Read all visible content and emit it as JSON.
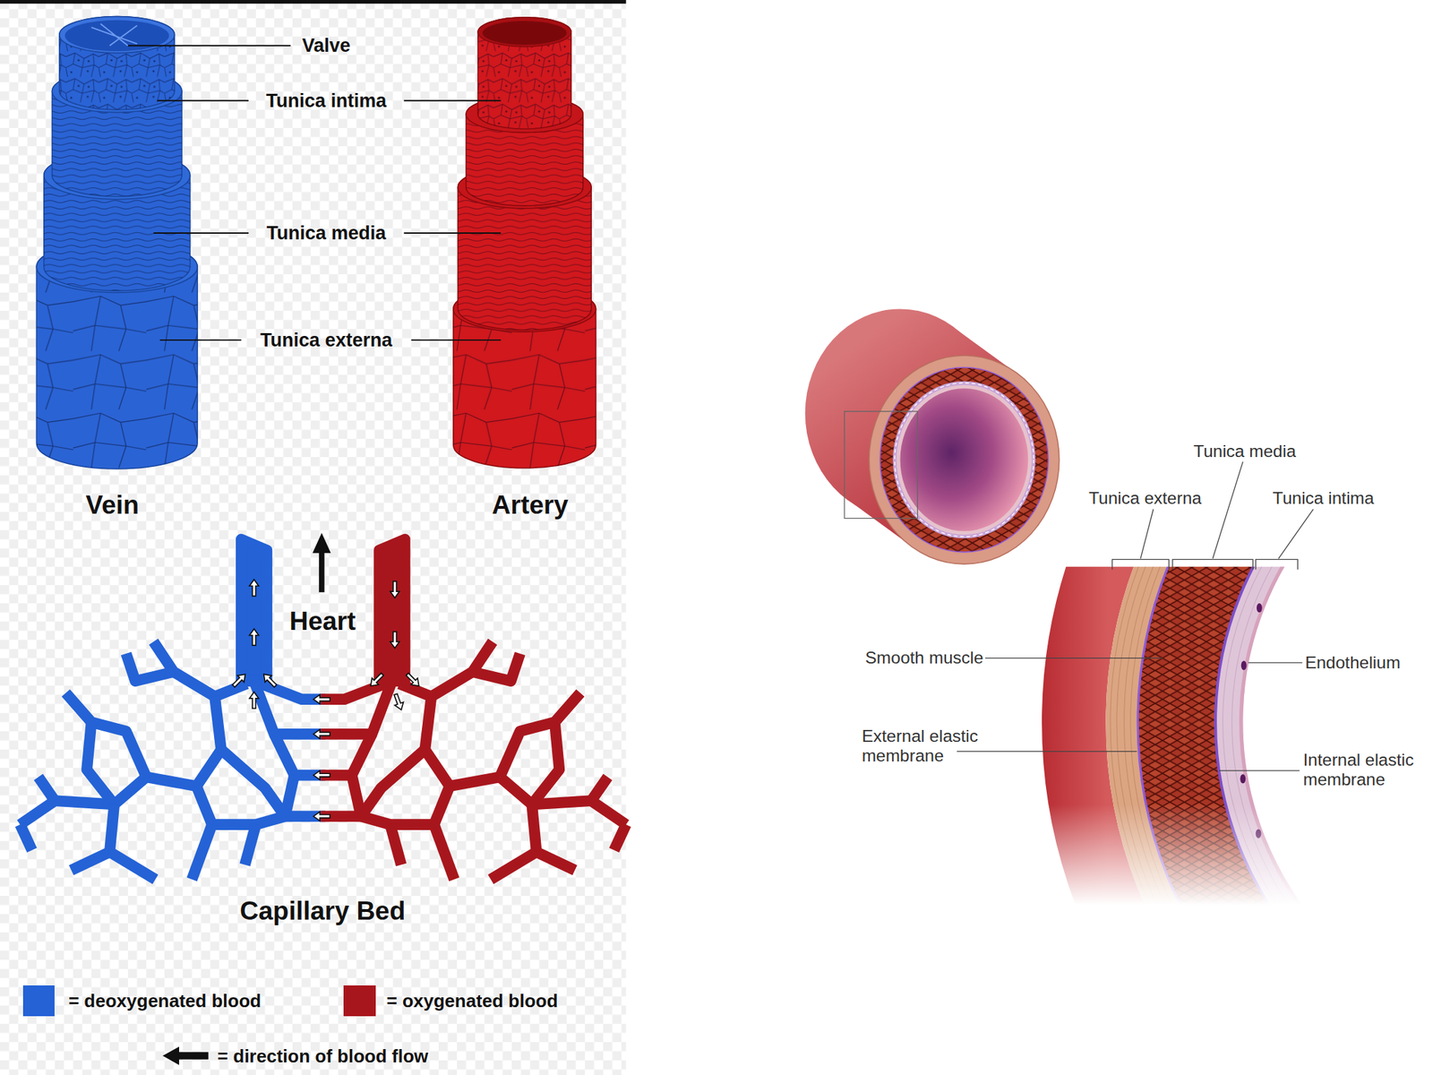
{
  "diagram": {
    "labels": [
      "Valve",
      "Tunica intima",
      "Tunica media",
      "Tunica externa",
      "Vein",
      "Artery",
      "Heart",
      "Capillary Bed",
      "Tunica media",
      "Tunica externa",
      "Tunica intima",
      "Smooth muscle",
      "Endothelium",
      "External elastic membrane",
      "Internal elastic membrane"
    ],
    "legend": [
      {
        "text": "= deoxygenated blood",
        "color": "#2462d6"
      },
      {
        "text": "= oxygenated blood",
        "color": "#a8161d"
      },
      {
        "text": "= direction of blood flow"
      }
    ]
  }
}
